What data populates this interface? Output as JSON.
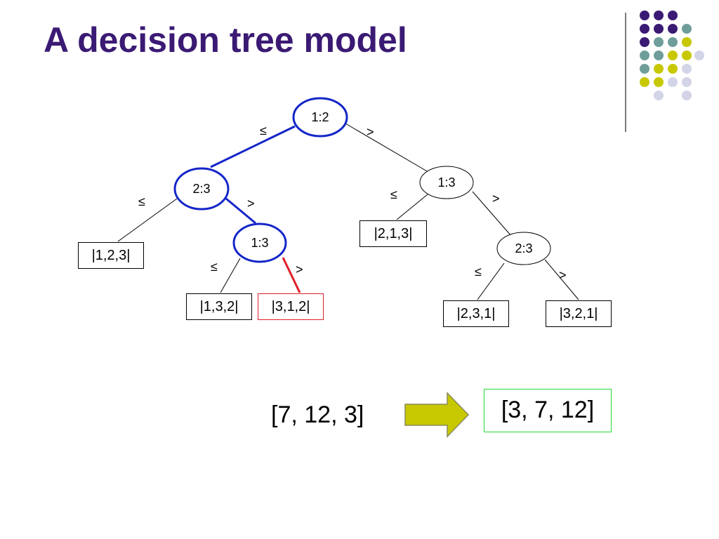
{
  "title": "A decision tree model",
  "colors": {
    "title": "#3b1a74",
    "purple": "#3b1a74",
    "teal": "#6f9e9a",
    "olive": "#c8c800",
    "lavender": "#d4d4e8",
    "highlight_path": "#1426c8",
    "result_edge": "#e0202a",
    "output_border": "#26d93a",
    "arrow_fill": "#c8c800"
  },
  "tree": {
    "root": {
      "label": "1:2"
    },
    "left_node": {
      "label": "2:3"
    },
    "right_node": {
      "label": "1:3"
    },
    "left_right_node": {
      "label": "1:3"
    },
    "right_right_node": {
      "label": "2:3"
    },
    "edge_labels": {
      "le": "≤",
      "gt": ">"
    },
    "leaves": {
      "l123": "|1,2,3|",
      "l132": "|1,3,2|",
      "l312": "|3,1,2|",
      "l213": "|2,1,3|",
      "l231": "|2,3,1|",
      "l321": "|3,2,1|"
    }
  },
  "example": {
    "input": "[7, 12, 3]",
    "output": "[3, 7, 12]",
    "arrow_icon": "right-arrow-icon"
  },
  "decoration": {
    "icon": "dot-grid-icon"
  }
}
